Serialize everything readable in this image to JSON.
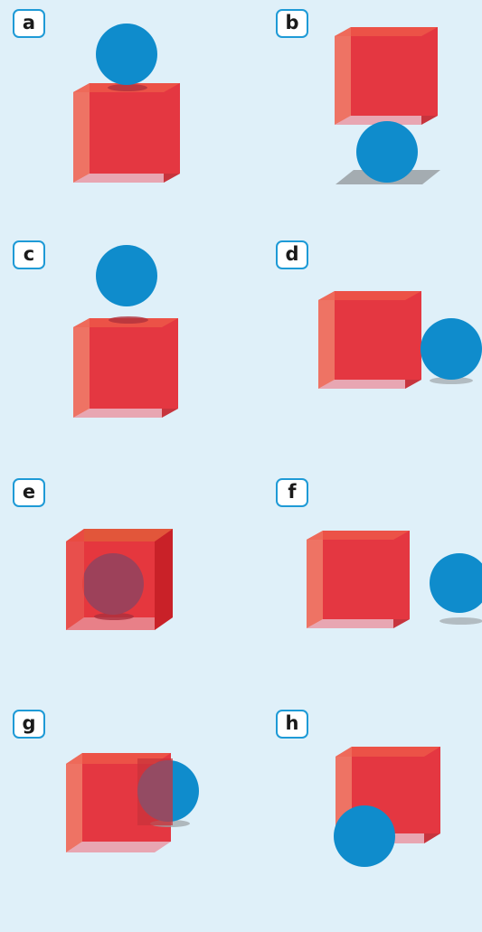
{
  "colors": {
    "background": "#dff0f9",
    "label_border": "#1e9ad6",
    "cube_front": "#e43741",
    "cube_left": "#ee6b5c",
    "cube_top": "#ec5247",
    "cube_right": "#c7343d",
    "cube_bottom": "#e8a6b2",
    "sphere": "#0f8ccc",
    "shadow": "#9aa0a4"
  },
  "panels": [
    {
      "label": "a",
      "arrangement": "sphere-on-top-of-cube"
    },
    {
      "label": "b",
      "arrangement": "sphere-under-cube"
    },
    {
      "label": "c",
      "arrangement": "sphere-above-cube"
    },
    {
      "label": "d",
      "arrangement": "sphere-next-to-cube"
    },
    {
      "label": "e",
      "arrangement": "sphere-inside-cube"
    },
    {
      "label": "f",
      "arrangement": "sphere-beside-cube"
    },
    {
      "label": "g",
      "arrangement": "sphere-partly-in-cube-right"
    },
    {
      "label": "h",
      "arrangement": "sphere-in-front-of-cube-bottom-left"
    }
  ]
}
